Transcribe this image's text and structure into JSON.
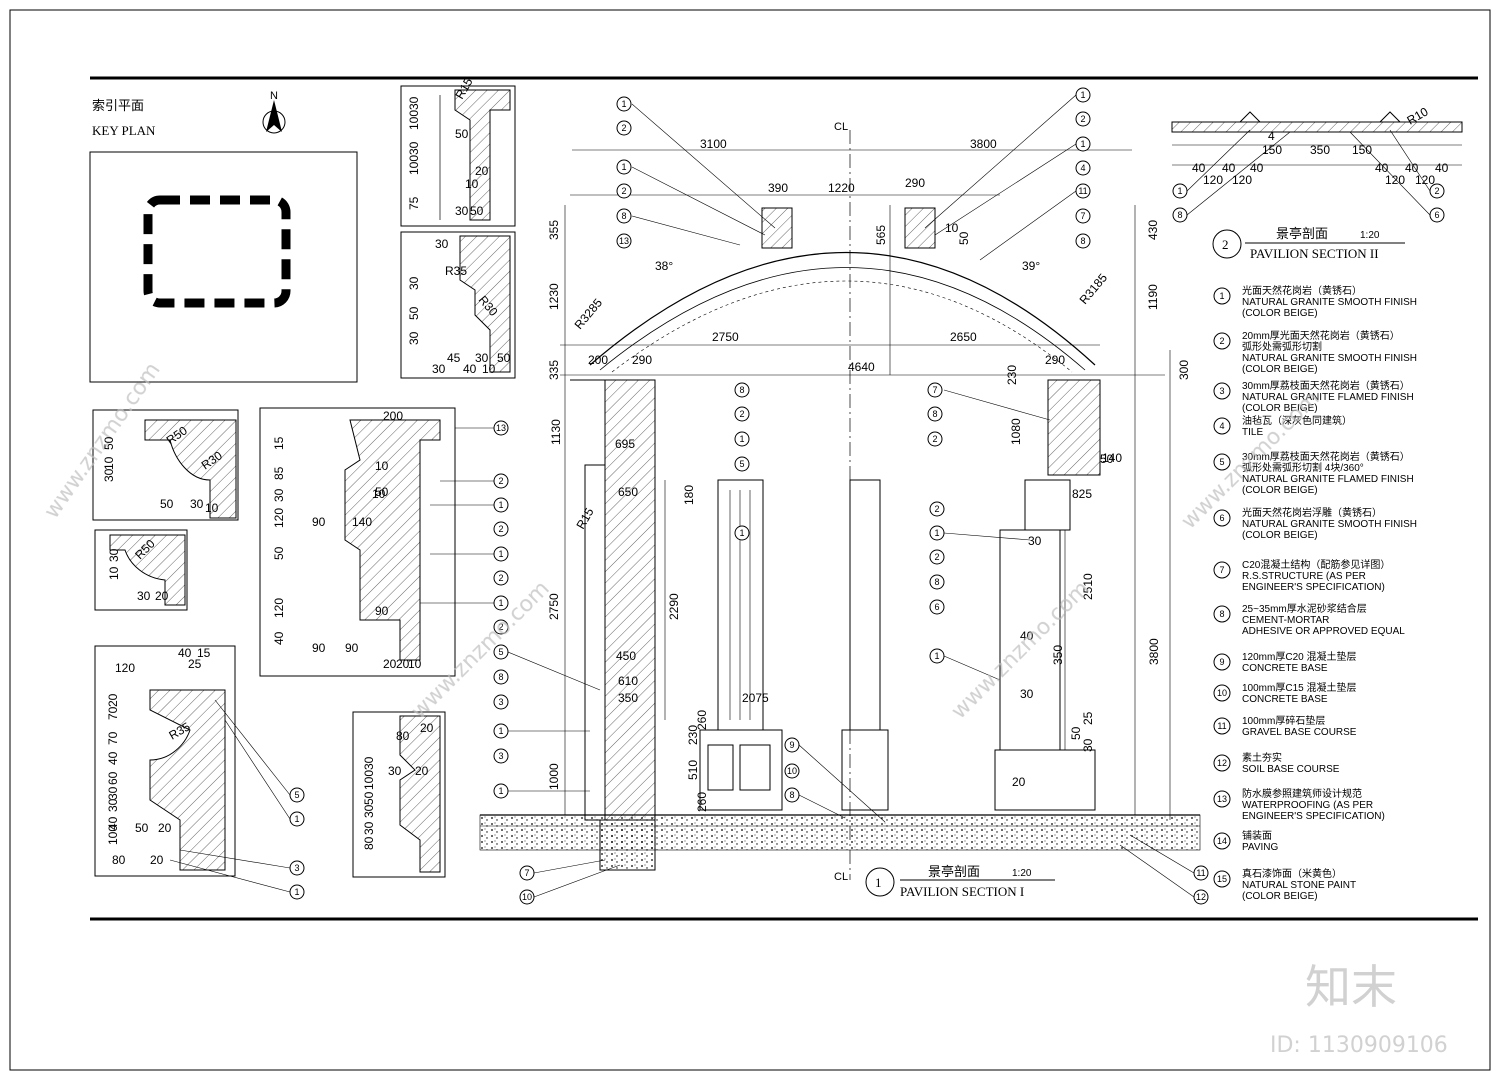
{
  "key_plan": {
    "title_cn": "索引平面",
    "title_en": "KEY PLAN"
  },
  "section1": {
    "title_cn": "景亭剖面",
    "title_en": "PAVILION SECTION I",
    "scale": "1:20",
    "number": "1"
  },
  "section2": {
    "title_cn": "景亭剖面",
    "title_en": "PAVILION SECTION II",
    "scale": "1:20",
    "number": "2"
  },
  "axis_mark": "CL",
  "north_mark": "N",
  "dims": {
    "top": [
      "3100",
      "3800",
      "390",
      "1220",
      "290",
      "10",
      "565",
      "50",
      "355",
      "1230",
      "335",
      "430",
      "1190",
      "300",
      "38°",
      "39°",
      "R3285",
      "R3185",
      "2750",
      "2650",
      "4640",
      "200",
      "290",
      "290",
      "230",
      "1080",
      "1130",
      "695",
      "650",
      "180",
      "2290",
      "140",
      "825",
      "30",
      "2510",
      "350",
      "40",
      "30",
      "25",
      "50",
      "30",
      "20",
      "2750",
      "3800",
      "1000",
      "450",
      "610",
      "350",
      "2075",
      "260",
      "230",
      "510",
      "260",
      "R15",
      "50"
    ],
    "section_top": [
      "4",
      "150",
      "350",
      "150",
      "R10",
      "40",
      "40",
      "40",
      "40",
      "40",
      "40",
      "120",
      "120",
      "120",
      "120"
    ],
    "detail_a": [
      "R15",
      "30",
      "100",
      "30",
      "100",
      "75",
      "50",
      "20",
      "10",
      "30",
      "50"
    ],
    "detail_b": [
      "30",
      "R35",
      "R30",
      "30",
      "50",
      "30",
      "45",
      "30",
      "30",
      "40",
      "10",
      "50"
    ],
    "detail_c": [
      "200",
      "10",
      "50",
      "15",
      "85",
      "30",
      "120",
      "50",
      "90",
      "120",
      "40",
      "90",
      "140",
      "90",
      "90",
      "20",
      "10",
      "20",
      "10"
    ],
    "detail_d": [
      "R50",
      "R30",
      "50",
      "10",
      "30",
      "50",
      "30",
      "10"
    ],
    "detail_e": [
      "R50",
      "30",
      "10",
      "30",
      "20"
    ],
    "detail_f": [
      "120",
      "40",
      "15",
      "25",
      "70",
      "20",
      "R35",
      "70",
      "40",
      "60",
      "30",
      "40",
      "100",
      "30",
      "50",
      "20",
      "80",
      "20"
    ],
    "detail_g": [
      "80",
      "20",
      "30",
      "100",
      "30",
      "20",
      "30",
      "50",
      "30",
      "80"
    ]
  },
  "legend": [
    {
      "no": "1",
      "cn": "光面天然花岗岩（黄锈石）",
      "en": [
        "NATURAL GRANITE SMOOTH FINISH",
        "(COLOR BEIGE)"
      ]
    },
    {
      "no": "2",
      "cn": "20mm厚光面天然花岗岩（黄锈石）",
      "cn2": "弧形处需弧形切割",
      "en": [
        "NATURAL GRANITE SMOOTH FINISH",
        "(COLOR BEIGE)"
      ]
    },
    {
      "no": "3",
      "cn": "30mm厚荔枝面天然花岗岩（黄锈石）",
      "en": [
        "NATURAL GRANITE FLAMED FINISH",
        "(COLOR BEIGE)"
      ]
    },
    {
      "no": "4",
      "cn": "油毡瓦（深灰色同建筑）",
      "en": [
        "TILE"
      ]
    },
    {
      "no": "5",
      "cn": "30mm厚荔枝面天然花岗岩（黄锈石）",
      "cn2": "弧形处需弧形切割  4块/360°",
      "en": [
        "NATURAL GRANITE FLAMED FINISH",
        "(COLOR BEIGE)"
      ]
    },
    {
      "no": "6",
      "cn": "光面天然花岗岩浮雕（黄锈石）",
      "en": [
        "NATURAL GRANITE SMOOTH FINISH",
        "(COLOR BEIGE)"
      ]
    },
    {
      "no": "7",
      "cn": "C20混凝土结构（配筋参见详图）",
      "en": [
        "R.S.STRUCTURE (AS PER",
        "ENGINEER'S SPECIFICATION)"
      ]
    },
    {
      "no": "8",
      "cn": "25~35mm厚水泥砂浆结合层",
      "en": [
        "CEMENT-MORTAR",
        "ADHESIVE OR APPROVED EQUAL"
      ]
    },
    {
      "no": "9",
      "cn": "120mm厚C20 混凝土垫层",
      "en": [
        "CONCRETE BASE"
      ]
    },
    {
      "no": "10",
      "cn": "100mm厚C15 混凝土垫层",
      "en": [
        "CONCRETE BASE"
      ]
    },
    {
      "no": "11",
      "cn": "100mm厚碎石垫层",
      "en": [
        "GRAVEL BASE COURSE"
      ]
    },
    {
      "no": "12",
      "cn": "素土夯实",
      "en": [
        "SOIL BASE COURSE"
      ]
    },
    {
      "no": "13",
      "cn": "防水膜参照建筑师设计规范",
      "en": [
        "WATERPROOFING (AS PER",
        "ENGINEER'S SPECIFICATION)"
      ]
    },
    {
      "no": "14",
      "cn": "铺装面",
      "en": [
        "PAVING"
      ]
    },
    {
      "no": "15",
      "cn": "真石漆饰面（米黄色）",
      "en": [
        "NATURAL STONE PAINT",
        "(COLOR BEIGE)"
      ]
    }
  ],
  "watermark": {
    "brand": "知末",
    "id": "ID: 1130909106",
    "url": "www.znzmo.com"
  },
  "colors": {
    "line": "#000000",
    "watermark": "#bdbdbd",
    "background": "#ffffff"
  }
}
